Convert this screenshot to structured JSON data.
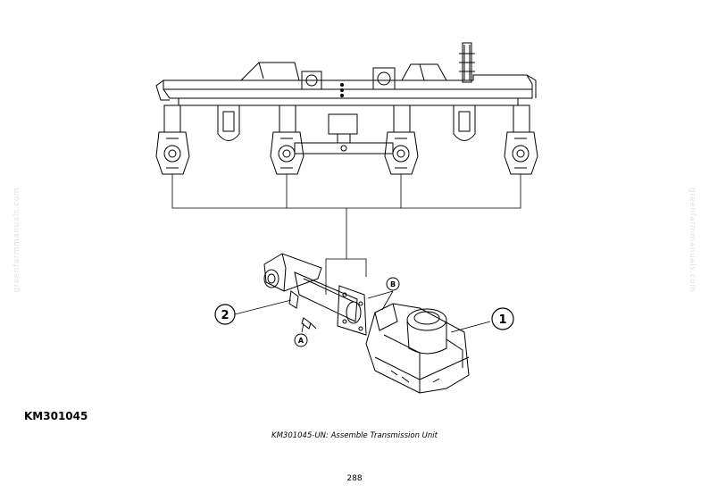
{
  "watermark": "greenfarmmanuals.com",
  "figure": {
    "code": "KM301045",
    "caption": "KM301045-UN: Assemble Transmission Unit",
    "callouts": {
      "one": "1",
      "two": "2",
      "a": "A",
      "b": "B"
    }
  },
  "page": {
    "number": "288"
  }
}
